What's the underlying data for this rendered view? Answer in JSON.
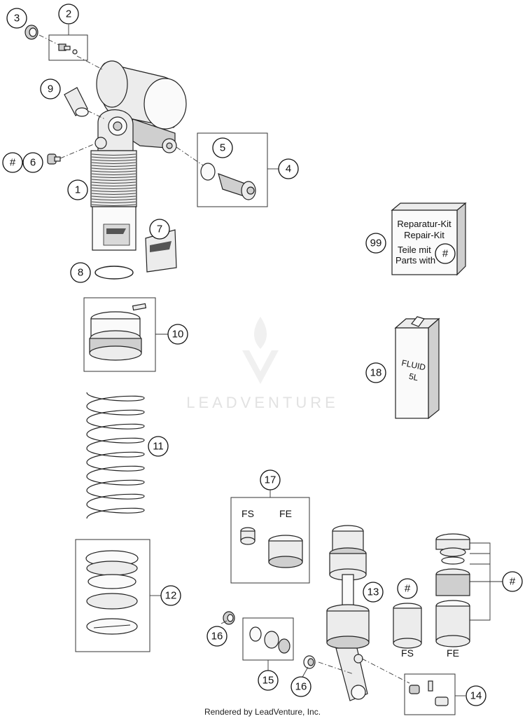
{
  "callouts": {
    "c1": "1",
    "c2": "2",
    "c3": "3",
    "c4": "4",
    "c5": "5",
    "c6": "6",
    "c7": "7",
    "c8": "8",
    "c9": "9",
    "c10": "10",
    "c11": "11",
    "c12": "12",
    "c13": "13",
    "c14": "14",
    "c15": "15",
    "c16a": "16",
    "c16b": "16",
    "c17": "17",
    "c18": "18",
    "c99": "99",
    "hash_main": "#",
    "hash_kit": "#",
    "hash_13": "#",
    "hash_right": "#"
  },
  "kit_box": {
    "line1": "Reparatur-Kit",
    "line2": "Repair-Kit",
    "line3": "Teile mit",
    "line4": "Parts with"
  },
  "fluid_can": {
    "line1": "FLUID",
    "line2": "5L"
  },
  "variant_labels": {
    "fs_17": "FS",
    "fe_17": "FE",
    "fs_13": "FS",
    "fe_13": "FE"
  },
  "watermark": "LEADVENTURE",
  "footer": "Rendered by LeadVenture, Inc.",
  "colors": {
    "ink": "#111111",
    "part_fill": "#ececec",
    "watermark": "#e2e2e2"
  }
}
